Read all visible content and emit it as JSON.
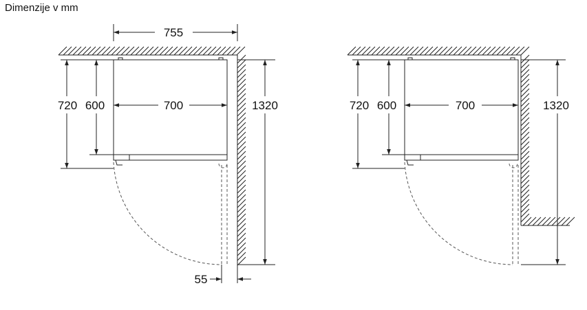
{
  "title": "Dimenzije v mm",
  "diagrams": [
    {
      "width_total": "755",
      "inner_width": "700",
      "depth_total": "720",
      "depth_body": "600",
      "depth_open": "1320",
      "side_gap": "55"
    },
    {
      "inner_width": "700",
      "depth_total": "720",
      "depth_body": "600",
      "depth_open": "1320"
    }
  ]
}
